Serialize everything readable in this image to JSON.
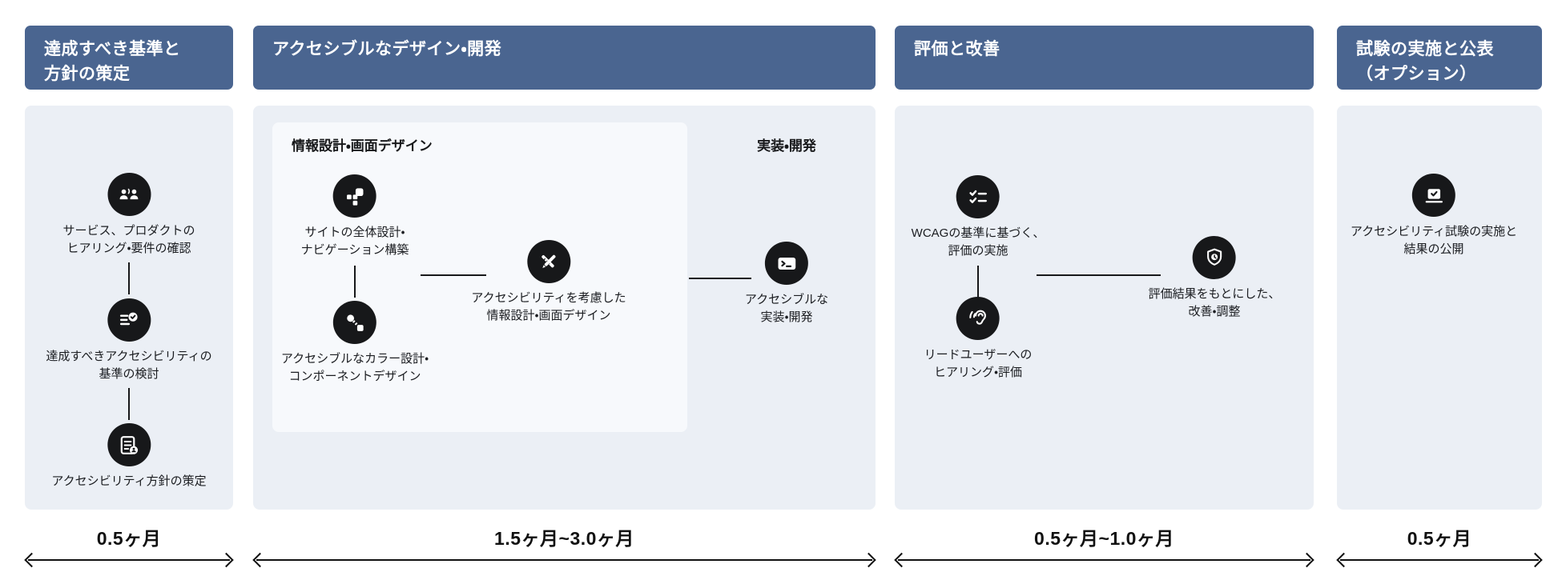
{
  "palette": {
    "header_bg": "#4a6590",
    "header_text": "#ffffff",
    "panel_bg": "#ebeff5",
    "inner_panel_bg": "#f7f9fc",
    "icon_bg": "#17181a",
    "icon_glyph": "#ffffff",
    "text": "#1b1d21",
    "arrow": "#111111"
  },
  "columns": [
    {
      "name": "planning",
      "header_lines": [
        "達成すべき基準と",
        "方針の策定"
      ],
      "duration": "0.5ヶ月",
      "steps": [
        {
          "icon": "interview-icon",
          "lines": [
            "サービス、プロダクトの",
            "ヒアリング・要件の確認"
          ]
        },
        {
          "icon": "criteria-check-icon",
          "lines": [
            "達成すべきアクセシビリティの",
            "基準の検討"
          ]
        },
        {
          "icon": "policy-doc-icon",
          "lines": [
            "アクセシビリティ方針の策定"
          ]
        }
      ]
    },
    {
      "name": "design-development",
      "header_lines": [
        "アクセシブルなデザイン・開発"
      ],
      "duration": "1.5ヶ月~3.0ヶ月",
      "sections": [
        {
          "title": "情報設計・画面デザイン"
        },
        {
          "title": "実装・開発"
        }
      ],
      "steps": [
        {
          "icon": "sitemap-icon",
          "lines": [
            "サイトの全体設計・",
            "ナビゲーション構築"
          ]
        },
        {
          "icon": "color-components-icon",
          "lines": [
            "アクセシブルなカラー設計・",
            "コンポーネントデザイン"
          ]
        },
        {
          "icon": "design-tools-icon",
          "lines": [
            "アクセシビリティを考慮した",
            "情報設計・画面デザイン"
          ]
        },
        {
          "icon": "dev-terminal-icon",
          "lines": [
            "アクセシブルな",
            "実装・開発"
          ]
        }
      ]
    },
    {
      "name": "evaluation-improvement",
      "header_lines": [
        "評価と改善"
      ],
      "duration": "0.5ヶ月~1.0ヶ月",
      "steps": [
        {
          "icon": "wcag-eval-icon",
          "lines": [
            "WCAGの基準に基づく、",
            "評価の実施"
          ]
        },
        {
          "icon": "user-hearing-icon",
          "lines": [
            "リードユーザーへの",
            "ヒアリング・評価"
          ]
        },
        {
          "icon": "improve-adjust-icon",
          "lines": [
            "評価結果をもとにした、",
            "改善・調整"
          ]
        }
      ]
    },
    {
      "name": "testing-publication",
      "header_lines": [
        "試験の実施と公表",
        "（オプション）"
      ],
      "duration": "0.5ヶ月",
      "steps": [
        {
          "icon": "test-publish-icon",
          "lines": [
            "アクセシビリティ試験の実施と",
            "結果の公開"
          ]
        }
      ]
    }
  ]
}
